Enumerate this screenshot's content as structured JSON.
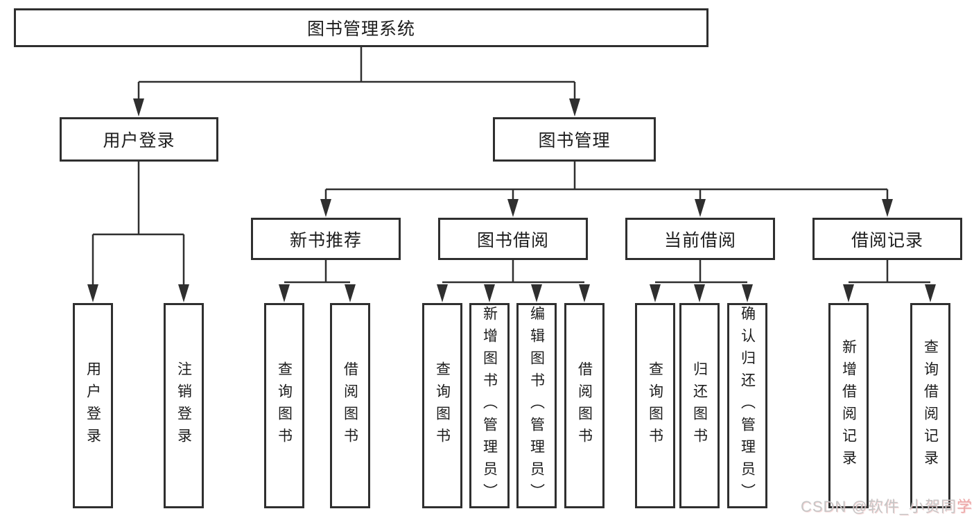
{
  "diagram": {
    "root": {
      "label": "图书管理系统"
    },
    "user_login": {
      "label": "用户登录",
      "leaves": [
        {
          "label": "用户登录"
        },
        {
          "label": "注销登录"
        }
      ]
    },
    "book_management": {
      "label": "图书管理",
      "groups": [
        {
          "label": "新书推荐",
          "leaves": [
            {
              "label": "查询图书"
            },
            {
              "label": "借阅图书"
            }
          ]
        },
        {
          "label": "图书借阅",
          "leaves": [
            {
              "label": "查询图书"
            },
            {
              "label": "新增图书（管理员）"
            },
            {
              "label": "编辑图书（管理员）"
            },
            {
              "label": "借阅图书"
            }
          ]
        },
        {
          "label": "当前借阅",
          "leaves": [
            {
              "label": "查询图书"
            },
            {
              "label": "归还图书"
            },
            {
              "label": "确认归还（管理员）"
            }
          ]
        },
        {
          "label": "借阅记录",
          "leaves": [
            {
              "label": "新增借阅记录"
            },
            {
              "label": "查询借阅记录"
            }
          ]
        }
      ]
    }
  },
  "watermark": {
    "prefix": "CSDN @软件_小贺同",
    "suffix": "学"
  },
  "colors": {
    "line": "#2f2f2f",
    "background": "#ffffff",
    "watermark": "#c6c6c6",
    "watermark_accent": "#eca6a6"
  }
}
